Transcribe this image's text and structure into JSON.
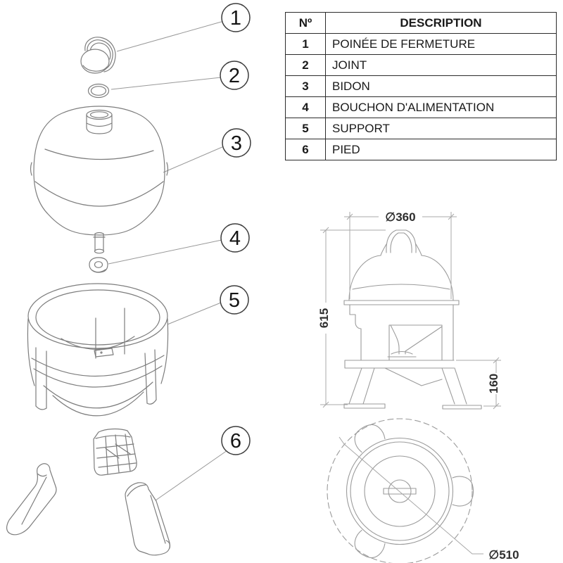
{
  "table": {
    "headers": {
      "no": "Nº",
      "description": "DESCRIPTION"
    },
    "rows": [
      {
        "no": "1",
        "description": "POINÉE DE FERMETURE"
      },
      {
        "no": "2",
        "description": "JOINT"
      },
      {
        "no": "3",
        "description": "BIDON"
      },
      {
        "no": "4",
        "description": "BOUCHON D'ALIMENTATION"
      },
      {
        "no": "5",
        "description": "SUPPORT"
      },
      {
        "no": "6",
        "description": "PIED"
      }
    ]
  },
  "callouts": [
    "1",
    "2",
    "3",
    "4",
    "5",
    "6"
  ],
  "dimensions": {
    "top_diameter": "∅360",
    "total_height": "615",
    "foot_height": "160",
    "base_diameter": "∅510"
  },
  "colors": {
    "background": "#ffffff",
    "exploded_line": "#7d7d7d",
    "technical_line": "#9b9b9b",
    "table_border": "#2b2b2b",
    "text": "#1a1a1a"
  }
}
